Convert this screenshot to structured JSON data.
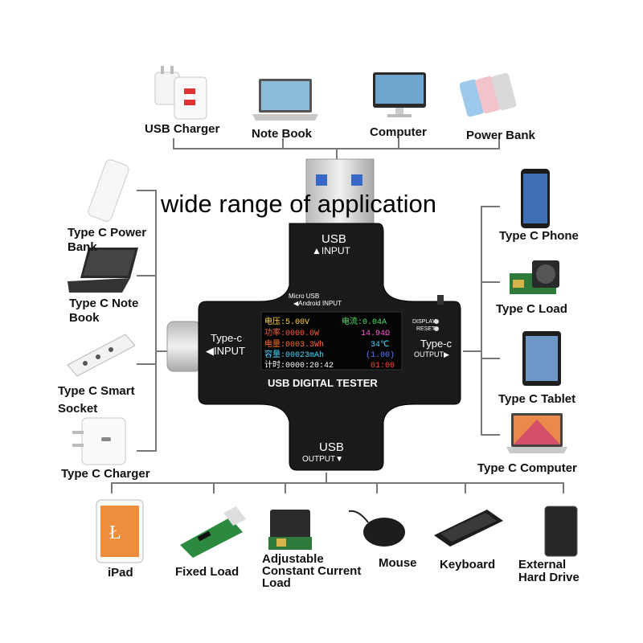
{
  "headline": "wide range of application",
  "top_items": [
    "USB Charger",
    "Note Book",
    "Computer",
    "Power Bank"
  ],
  "left_items": [
    {
      "line1": "Type C Power",
      "line2": "Bank"
    },
    {
      "line1": "Type C Note",
      "line2": "Book"
    },
    {
      "line1": "Type C Smart",
      "line2": "Socket"
    },
    {
      "line1": "Type C Charger",
      "line2": ""
    }
  ],
  "right_items": [
    "Type C Phone",
    "Type C Load",
    "Type C Tablet",
    "Type C Computer"
  ],
  "bottom_items": [
    {
      "line1": "iPad"
    },
    {
      "line1": "Fixed Load"
    },
    {
      "line1": "Adjustable",
      "line2": "Constant Current",
      "line3": "Load"
    },
    {
      "line1": "Mouse"
    },
    {
      "line1": "Keyboard"
    },
    {
      "line1": "External",
      "line2": "Hard Drive"
    }
  ],
  "device": {
    "usb_input": {
      "line1": "USB",
      "line2": "▲INPUT"
    },
    "micro_usb": {
      "line1": "Micro USB",
      "line2": "◀Android INPUT"
    },
    "typec_input": {
      "line1": "Type-c",
      "line2": "◀INPUT"
    },
    "typec_output": {
      "line1": "Type-c",
      "line2": "OUTPUT▶"
    },
    "usb_output": {
      "line1": "USB",
      "line2": "OUTPUT▼"
    },
    "display_label": "DISPLAY",
    "reset_label": "RESET",
    "title": "USB DIGITAL TESTER",
    "screen": {
      "voltage": "电压:5.00V",
      "current": "电流:0.04A",
      "power": "功率:0000.0W",
      "resistance": "14.94Ω",
      "energy": "电量:0003.3Wh",
      "temperature": "34℃",
      "capacity": "容量:00023mAh",
      "group": "(1.00)",
      "timer": "计时:0000:20:42",
      "record": "01:00"
    }
  }
}
